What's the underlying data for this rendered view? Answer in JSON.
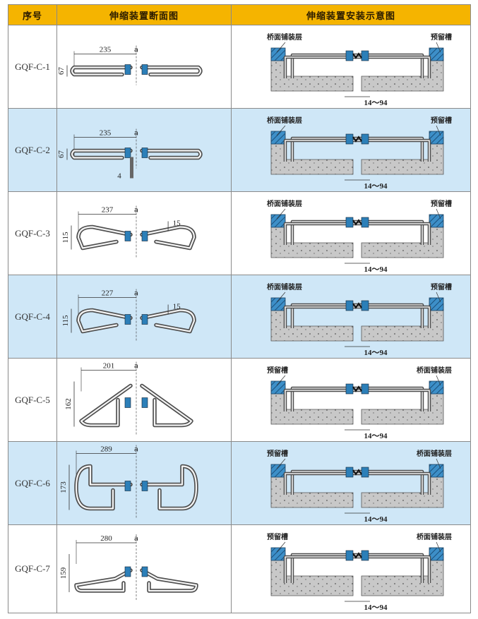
{
  "header": {
    "col_id": "序号",
    "col_section": "伸缩装置断面图",
    "col_install": "伸缩装置安装示意图"
  },
  "rows": [
    {
      "id": "GQF-C-1",
      "section": {
        "width": "235",
        "height": "67",
        "gap": "a"
      },
      "install": {
        "left_label": "桥面铺装层",
        "right_label": "预留槽",
        "range": "14～94"
      }
    },
    {
      "id": "GQF-C-2",
      "section": {
        "width": "235",
        "height": "67",
        "gap": "a",
        "plate": "4"
      },
      "install": {
        "left_label": "桥面铺装层",
        "right_label": "预留槽",
        "range": "14～94"
      }
    },
    {
      "id": "GQF-C-3",
      "section": {
        "width": "237",
        "height": "115",
        "gap": "a",
        "offset": "15"
      },
      "install": {
        "left_label": "桥面铺装层",
        "right_label": "预留槽",
        "range": "14～94"
      }
    },
    {
      "id": "GQF-C-4",
      "section": {
        "width": "227",
        "height": "115",
        "gap": "a",
        "offset": "15"
      },
      "install": {
        "left_label": "桥面铺装层",
        "right_label": "预留槽",
        "range": "14～94"
      }
    },
    {
      "id": "GQF-C-5",
      "section": {
        "width": "201",
        "height": "162",
        "gap": "a"
      },
      "install": {
        "left_label": "预留槽",
        "right_label": "桥面铺装层",
        "range": "14～94"
      }
    },
    {
      "id": "GQF-C-6",
      "section": {
        "width": "289",
        "height": "173",
        "gap": "a"
      },
      "install": {
        "left_label": "预留槽",
        "right_label": "桥面铺装层",
        "range": "14～94"
      }
    },
    {
      "id": "GQF-C-7",
      "section": {
        "width": "280",
        "height": "159",
        "gap": "a"
      },
      "install": {
        "left_label": "预留槽",
        "right_label": "桥面铺装层",
        "range": "14～94"
      }
    }
  ],
  "colors": {
    "header_bg": "#f5b400",
    "row_shade": "#cfe7f7",
    "rubber_seal": "#2c7fb8",
    "concrete": "#c8c8c8",
    "steel_bar": "#555555"
  }
}
